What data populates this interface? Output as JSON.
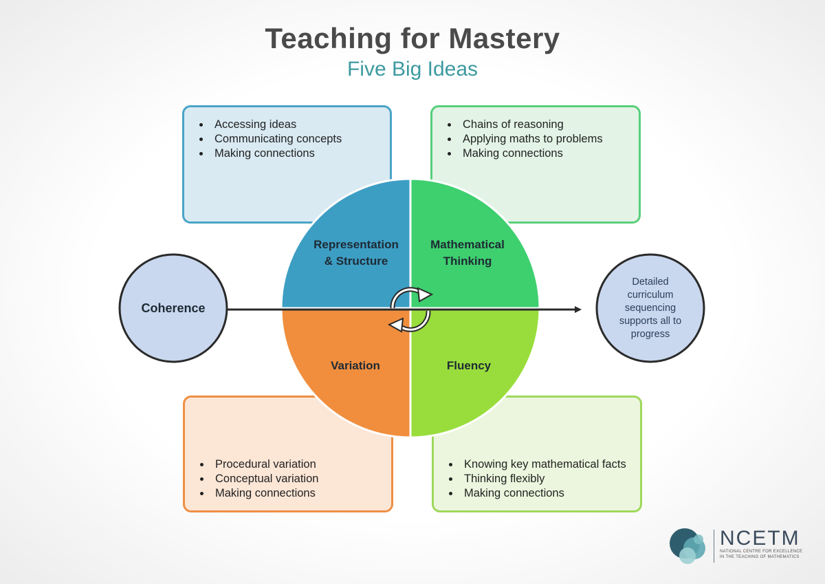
{
  "title": "Teaching for Mastery",
  "subtitle": "Five Big Ideas",
  "quadrants": {
    "representation": {
      "label_line1": "Representation",
      "label_line2": "& Structure",
      "color": "#3d9ec4"
    },
    "mathematical": {
      "label_line1": "Mathematical",
      "label_line2": "Thinking",
      "color": "#3ecf6f"
    },
    "variation": {
      "label": "Variation",
      "color": "#f08e3e"
    },
    "fluency": {
      "label": "Fluency",
      "color": "#99dd3c"
    }
  },
  "boxes": {
    "representation": [
      "Accessing ideas",
      "Communicating concepts",
      "Making connections"
    ],
    "mathematical": [
      "Chains of reasoning",
      "Applying maths to problems",
      "Making connections"
    ],
    "variation": [
      "Procedural variation",
      "Conceptual variation",
      "Making connections"
    ],
    "fluency": [
      "Knowing key mathematical facts",
      "Thinking flexibly",
      "Making connections"
    ]
  },
  "coherence": {
    "label": "Coherence",
    "color": "#c9d8ee"
  },
  "outcome": {
    "lines": [
      "Detailed",
      "curriculum",
      "sequencing",
      "supports all to",
      "progress"
    ],
    "color": "#c9d8ee"
  },
  "logo": {
    "name": "NCETM",
    "tagline_line1": "National Centre for Excellence",
    "tagline_line2": "in the Teaching of Mathematics"
  }
}
